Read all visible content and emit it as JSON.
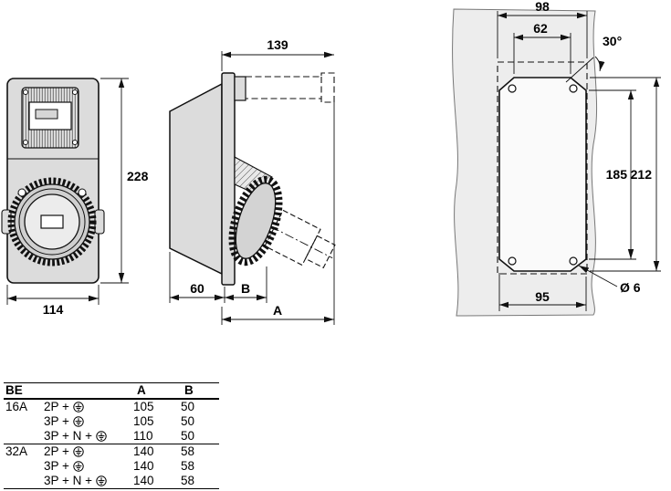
{
  "views": {
    "front": {
      "dims": {
        "height": "228",
        "width": "114"
      }
    },
    "side": {
      "dims": {
        "total_depth": "139",
        "body_depth": "60",
        "b": "B",
        "a": "A"
      }
    },
    "cutout": {
      "dims": {
        "flange_width": "98",
        "top_flat_width": "62",
        "chamfer_angle": "30°",
        "flat_height": "185",
        "cutout_height": "212",
        "cutout_width": "95",
        "hole_diameter": "Ø 6"
      }
    }
  },
  "table": {
    "col_be": "BE",
    "col_a": "A",
    "col_b": "B",
    "groups": [
      {
        "rating": "16A",
        "rows": [
          {
            "config": "2P +",
            "a": "105",
            "b": "50"
          },
          {
            "config": "3P +",
            "a": "105",
            "b": "50"
          },
          {
            "config": "3P + N +",
            "a": "110",
            "b": "50"
          }
        ]
      },
      {
        "rating": "32A",
        "rows": [
          {
            "config": "2P +",
            "a": "140",
            "b": "58"
          },
          {
            "config": "3P +",
            "a": "140",
            "b": "58"
          },
          {
            "config": "3P + N +",
            "a": "140",
            "b": "58"
          }
        ]
      }
    ]
  }
}
